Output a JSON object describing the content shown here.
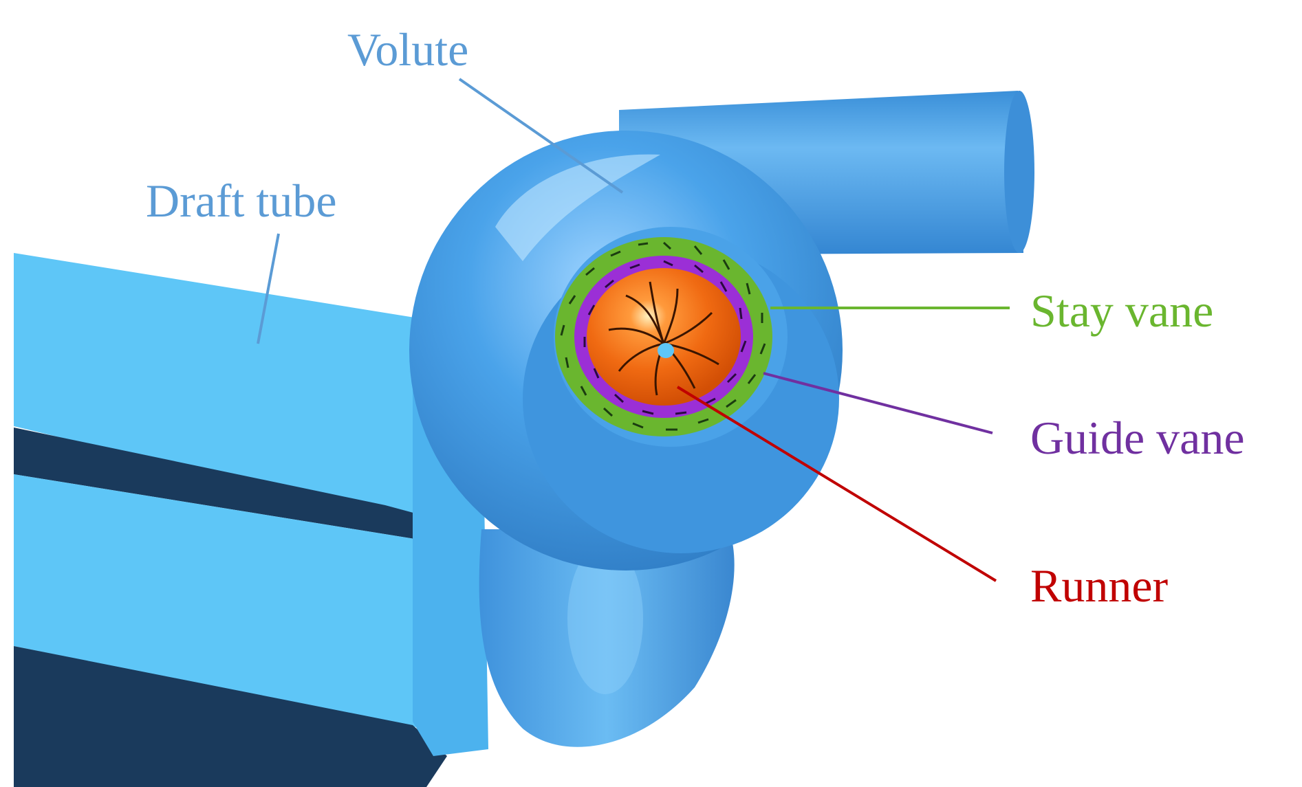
{
  "labels": {
    "volute": "Volute",
    "draft_tube": "Draft tube",
    "stay_vane": "Stay vane",
    "guide_vane": "Guide vane",
    "runner": "Runner"
  },
  "colors": {
    "volute": "#3f98e0",
    "draft_tube_light": "#5ec6f7",
    "draft_tube_dark": "#1a3a5c",
    "stay_vane": "#6ab62f",
    "guide_vane": "#9b2fd6",
    "runner": "#f06a12",
    "label_blue": "#5b9bd5",
    "label_green": "#6ab62f",
    "label_purple": "#7030a0",
    "label_red": "#c00000"
  }
}
